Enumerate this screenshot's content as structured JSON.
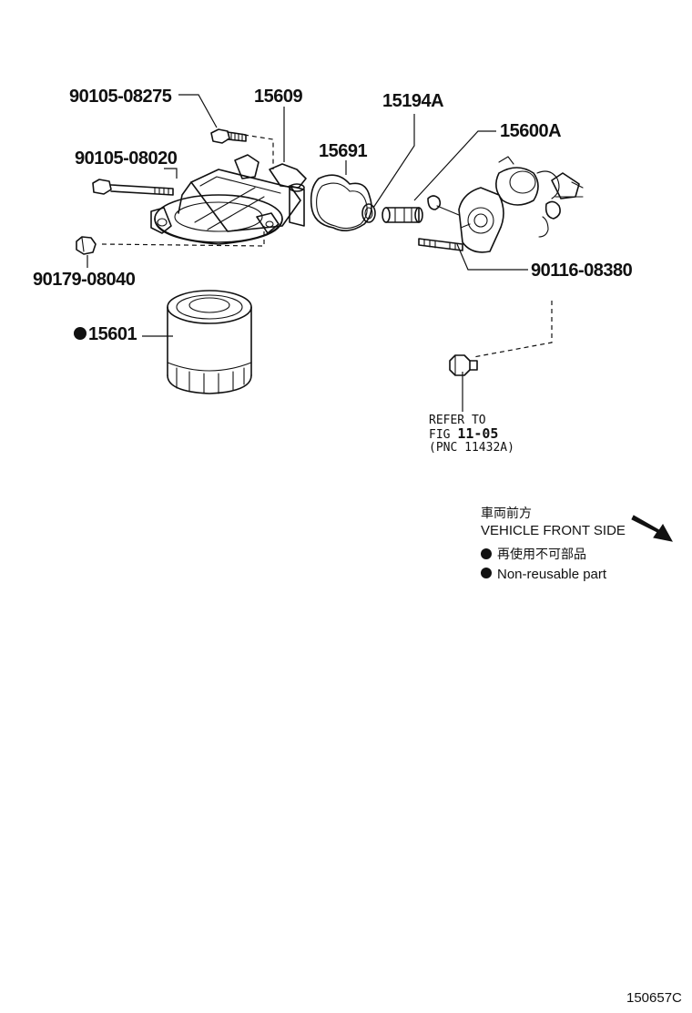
{
  "callouts": {
    "bolt_top": "90105-08275",
    "housing": "15609",
    "gasket": "15691",
    "oring": "15194A",
    "bracket": "15600A",
    "bolt_long": "90105-08020",
    "plug": "90179-08040",
    "stud": "90116-08380",
    "filter": "15601"
  },
  "refer": {
    "line1": "REFER TO",
    "line2_prefix": "FIG ",
    "line2_fig": "11-05",
    "line3": "(PNC 11432A)"
  },
  "legend": {
    "front_jp": "車両前方",
    "front_en": "VEHICLE FRONT SIDE",
    "nonreuse_jp": "再使用不可部品",
    "nonreuse_en": "Non-reusable part"
  },
  "diagram_code": "150657C"
}
